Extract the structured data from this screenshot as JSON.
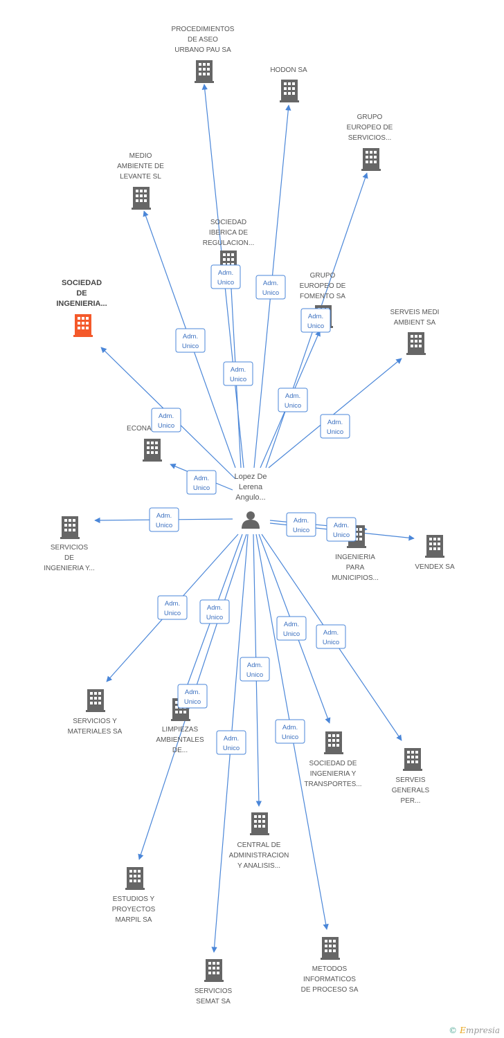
{
  "colors": {
    "edge": "#4a86d8",
    "building": "#666666",
    "highlight": "#f4592a",
    "person": "#666666"
  },
  "center": {
    "label_lines": [
      "Lopez De",
      "Lerena",
      "Angulo..."
    ],
    "icon": "person-icon"
  },
  "relation_label": [
    "Adm.",
    "Unico"
  ],
  "companies": [
    {
      "id": "procedimientos",
      "lines": [
        "PROCEDIMIENTOS",
        "DE ASEO",
        "URBANO PAU SA"
      ]
    },
    {
      "id": "hodon",
      "lines": [
        "HODON SA"
      ]
    },
    {
      "id": "grupo-europeo-servicios",
      "lines": [
        "GRUPO",
        "EUROPEO DE",
        "SERVICIOS..."
      ]
    },
    {
      "id": "medio-ambiente",
      "lines": [
        "MEDIO",
        "AMBIENTE DE",
        "LEVANTE SL"
      ]
    },
    {
      "id": "sociedad-iberica",
      "lines": [
        "SOCIEDAD",
        "IBERICA DE",
        "REGULACION..."
      ]
    },
    {
      "id": "sociedad-ingenieria",
      "lines": [
        "SOCIEDAD",
        "DE",
        "INGENIERIA..."
      ]
    },
    {
      "id": "grupo-europeo-fomento",
      "lines": [
        "GRUPO",
        "EUROPEO DE",
        "FOMENTO SA"
      ]
    },
    {
      "id": "serveis-medi",
      "lines": [
        "SERVEIS MEDI",
        "AMBIENT SA"
      ]
    },
    {
      "id": "econa",
      "lines": [
        "ECONA..."
      ]
    },
    {
      "id": "servicios-ingenieria",
      "lines": [
        "SERVICIOS",
        "DE",
        "INGENIERIA Y..."
      ]
    },
    {
      "id": "ingenieria-municipios",
      "lines": [
        "INGENIERIA",
        "PARA",
        "MUNICIPIOS..."
      ]
    },
    {
      "id": "vendex",
      "lines": [
        "VENDEX SA"
      ]
    },
    {
      "id": "servicios-materiales",
      "lines": [
        "SERVICIOS Y",
        "MATERIALES SA"
      ]
    },
    {
      "id": "limpiezas",
      "lines": [
        "LIMPIEZAS",
        "AMBIENTALES",
        "DE..."
      ]
    },
    {
      "id": "sociedad-transportes",
      "lines": [
        "SOCIEDAD DE",
        "INGENIERIA Y",
        "TRANSPORTES..."
      ]
    },
    {
      "id": "serveis-generals",
      "lines": [
        "SERVEIS",
        "GENERALS",
        "PER..."
      ]
    },
    {
      "id": "central-administracion",
      "lines": [
        "CENTRAL DE",
        "ADMINISTRACION",
        "Y ANALISIS..."
      ]
    },
    {
      "id": "estudios",
      "lines": [
        "ESTUDIOS Y",
        "PROYECTOS",
        "MARPIL SA"
      ]
    },
    {
      "id": "servicios-semat",
      "lines": [
        "SERVICIOS",
        "SEMAT SA"
      ]
    },
    {
      "id": "metodos",
      "lines": [
        "METODOS",
        "INFORMATICOS",
        "DE PROCESO SA"
      ]
    }
  ],
  "footer": {
    "copyright": "©",
    "brand_initial": "E",
    "brand_rest": "mpresia"
  }
}
